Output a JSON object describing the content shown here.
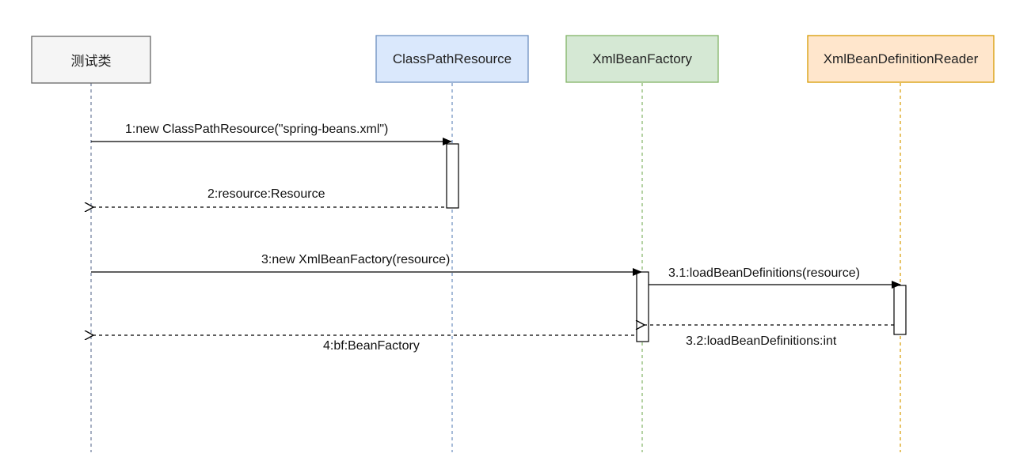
{
  "participants": [
    {
      "id": "test",
      "label": "测试类",
      "fill": "#f5f5f5",
      "stroke": "#666666",
      "lifeline_color": "#6c7a99"
    },
    {
      "id": "cpr",
      "label": "ClassPathResource",
      "fill": "#dae8fc",
      "stroke": "#6c8ebf",
      "lifeline_color": "#6c8ebf"
    },
    {
      "id": "xbf",
      "label": "XmlBeanFactory",
      "fill": "#d5e8d4",
      "stroke": "#82b366",
      "lifeline_color": "#82b366"
    },
    {
      "id": "xbdr",
      "label": "XmlBeanDefinitionReader",
      "fill": "#ffe6cc",
      "stroke": "#d79b00",
      "lifeline_color": "#d79b00"
    }
  ],
  "messages": [
    {
      "id": "m1",
      "label": "1:new ClassPathResource(\"spring-beans.xml\")",
      "from": "test",
      "to": "cpr",
      "kind": "sync"
    },
    {
      "id": "m2",
      "label": "2:resource:Resource",
      "from": "cpr",
      "to": "test",
      "kind": "return"
    },
    {
      "id": "m3",
      "label": "3:new XmlBeanFactory(resource)",
      "from": "test",
      "to": "xbf",
      "kind": "sync"
    },
    {
      "id": "m31",
      "label": "3.1:loadBeanDefinitions(resource)",
      "from": "xbf",
      "to": "xbdr",
      "kind": "sync"
    },
    {
      "id": "m32",
      "label": "3.2:loadBeanDefinitions:int",
      "from": "xbdr",
      "to": "xbf",
      "kind": "return"
    },
    {
      "id": "m4",
      "label": "4:bf:BeanFactory",
      "from": "xbf",
      "to": "test",
      "kind": "return"
    }
  ]
}
